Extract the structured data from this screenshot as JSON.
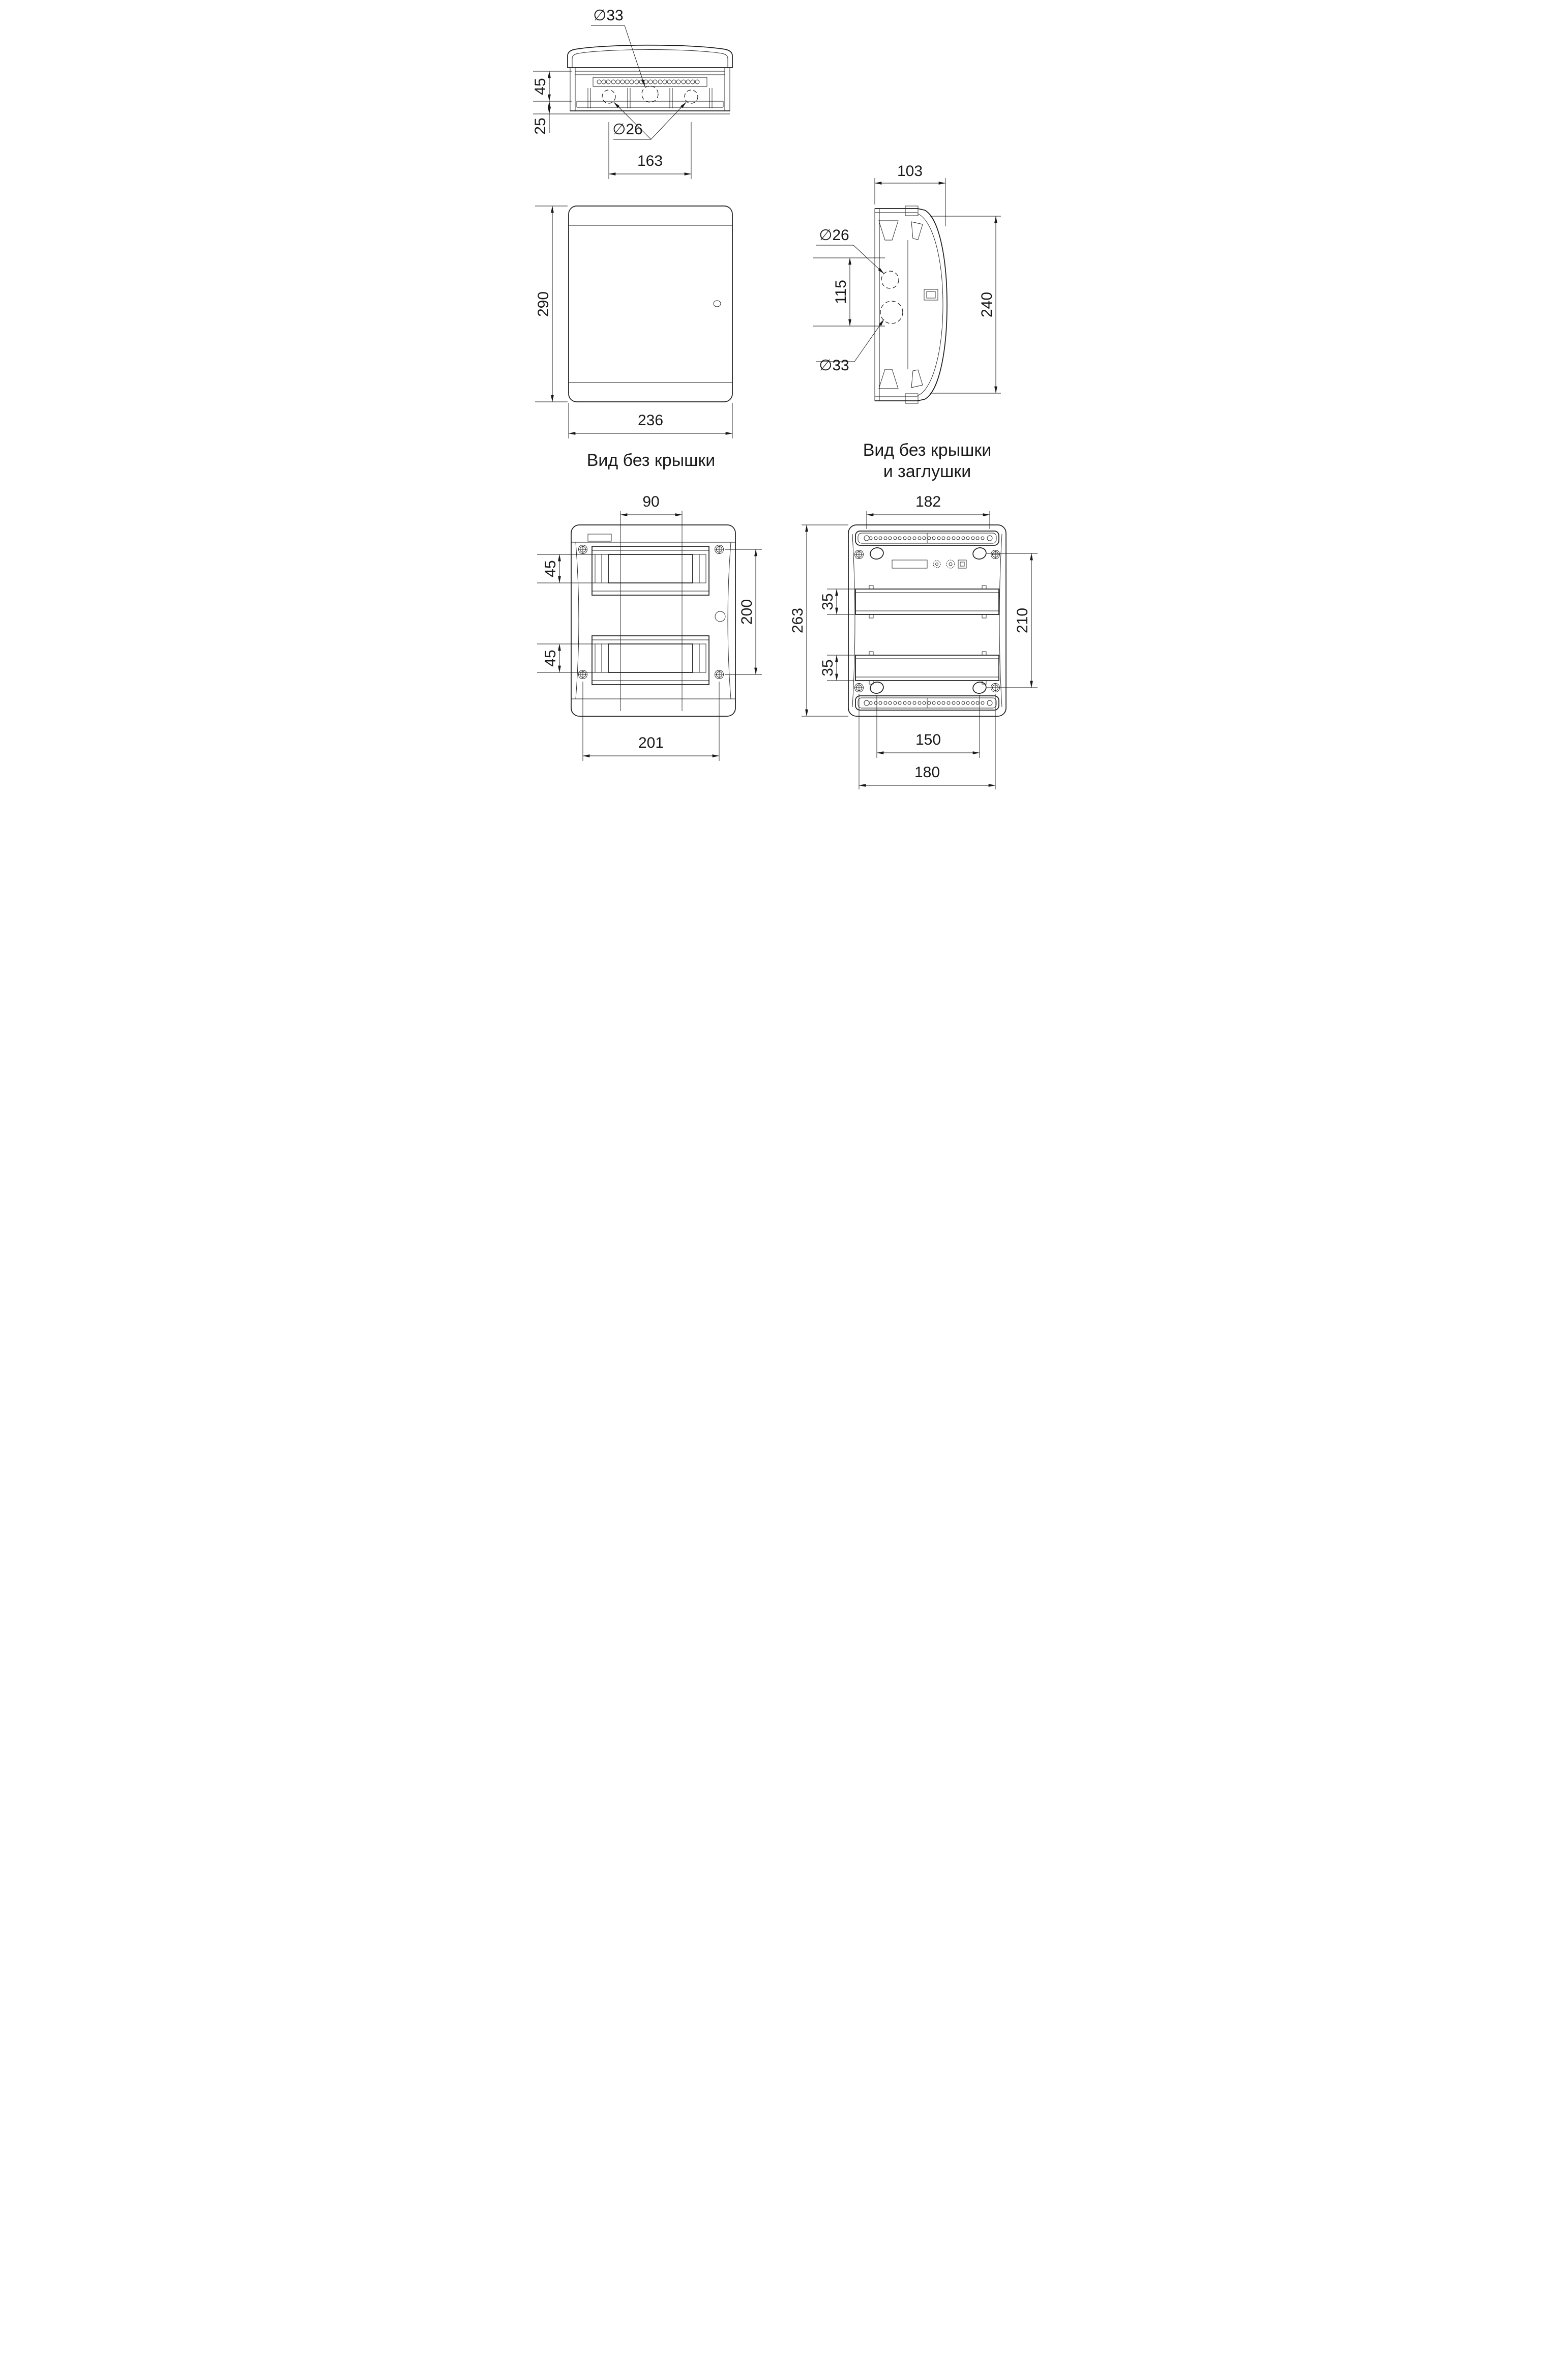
{
  "drawing": {
    "background": "#ffffff",
    "line_color": "#1a1a1a",
    "captions": {
      "view_no_cover": "Вид без крышки",
      "view_no_cover_plug_line1": "Вид без крышки",
      "view_no_cover_plug_line2": "и заглушки"
    },
    "top_view": {
      "knockout_large": "∅33",
      "knockout_small": "∅26",
      "flange_depth": "45",
      "base_depth": "25",
      "knockout_spacing": "163"
    },
    "front_view": {
      "height": "290",
      "width": "236"
    },
    "side_view": {
      "depth": "103",
      "knockout_small": "∅26",
      "knockout_spacing": "115",
      "knockout_large": "∅33",
      "inner_height": "240"
    },
    "no_cover_view": {
      "din_offset": "90",
      "module_height_1": "45",
      "module_height_2": "45",
      "screw_spacing_v": "200",
      "screw_spacing_h": "201"
    },
    "no_cover_plug_view": {
      "screw_spacing_h": "182",
      "rail_height_1": "35",
      "rail_height_2": "35",
      "height": "263",
      "keyhole_spacing_v": "210",
      "keyhole_spacing_h": "150",
      "mount_spacing_h": "180"
    }
  }
}
